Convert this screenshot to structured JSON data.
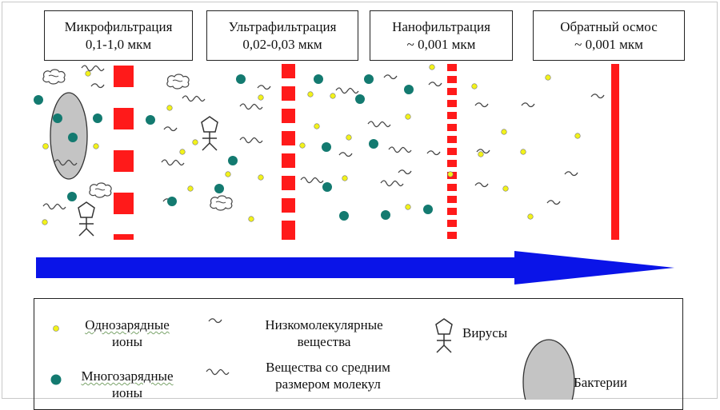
{
  "stages": [
    {
      "name": "Микрофильтрация",
      "range": "0,1-1,0 мкм"
    },
    {
      "name": "Ультрафильтрация",
      "range": "0,02-0,03 мкм"
    },
    {
      "name": "Нанофильтрация",
      "range": "~ 0,001 мкм"
    },
    {
      "name": "Обратный осмос",
      "range": "~ 0,001 мкм"
    }
  ],
  "legend": {
    "monovalent_ions": [
      "Однозарядные",
      "ионы"
    ],
    "multivalent_ions": [
      "Многозарядные",
      "ионы"
    ],
    "low_mw": [
      "Низкомолекулярные",
      "вещества"
    ],
    "medium_mw": [
      "Вещества со средним",
      "размером молекул"
    ],
    "viruses": "Вирусы",
    "bacteria": "Бактерии"
  },
  "colors": {
    "membrane": "#ff1a1a",
    "arrow": "#0a14e8",
    "monovalent_ion": "#f2f21a",
    "multivalent_ion": "#137a70",
    "bacterium": "#c4c4c4"
  },
  "icons": {
    "membrane": "dashed-red-bar",
    "flow": "blue-arrow",
    "virus": "pentagon-stick-figure",
    "bacterium": "gray-ellipse",
    "monovalent_ion": "yellow-dot",
    "multivalent_ion": "teal-dot",
    "low_mw": "short-squiggle",
    "medium_mw": "long-squiggle"
  }
}
